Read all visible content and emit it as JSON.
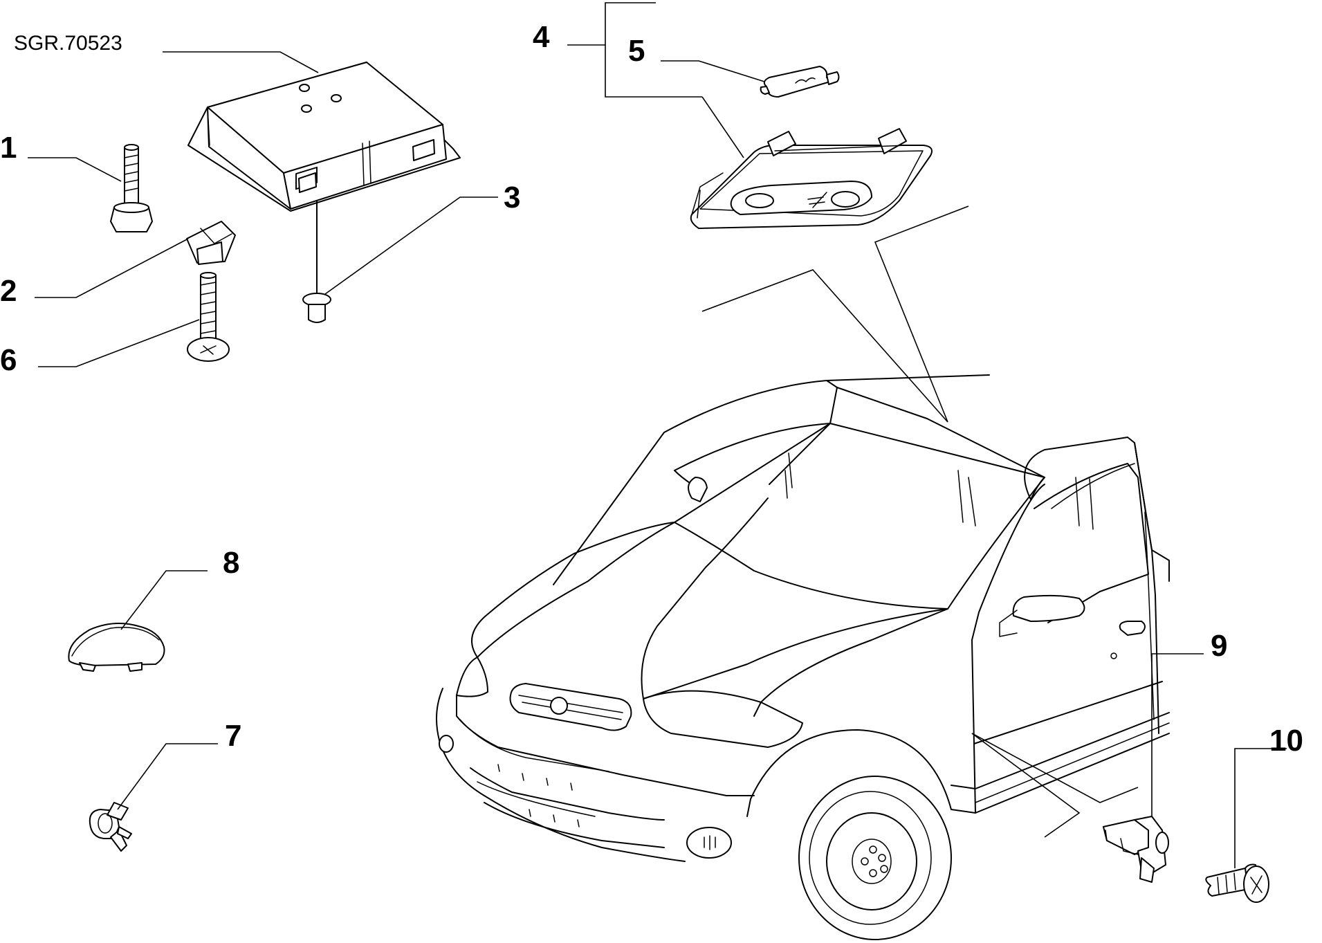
{
  "diagram": {
    "reference_code": "SGR.70523",
    "callouts": [
      {
        "id": "1",
        "label": "1"
      },
      {
        "id": "2",
        "label": "2"
      },
      {
        "id": "3",
        "label": "3"
      },
      {
        "id": "4",
        "label": "4"
      },
      {
        "id": "5",
        "label": "5"
      },
      {
        "id": "6",
        "label": "6"
      },
      {
        "id": "7",
        "label": "7"
      },
      {
        "id": "8",
        "label": "8"
      },
      {
        "id": "9",
        "label": "9"
      },
      {
        "id": "10",
        "label": "10"
      }
    ]
  }
}
